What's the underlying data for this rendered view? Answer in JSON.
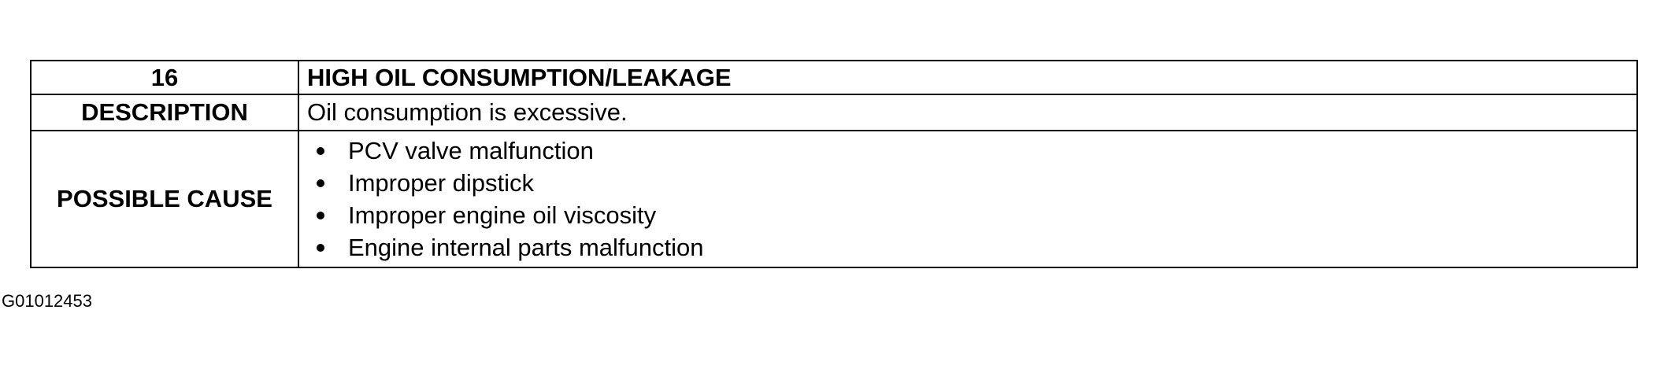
{
  "table": {
    "number": "16",
    "title": "HIGH OIL CONSUMPTION/LEAKAGE",
    "description_label": "DESCRIPTION",
    "description": "Oil consumption is excessive.",
    "possible_cause_label": "POSSIBLE CAUSE",
    "possible_causes": [
      "PCV valve malfunction",
      "Improper dipstick",
      "Improper engine oil viscosity",
      "Engine internal parts malfunction"
    ]
  },
  "figure_id": "G01012453"
}
